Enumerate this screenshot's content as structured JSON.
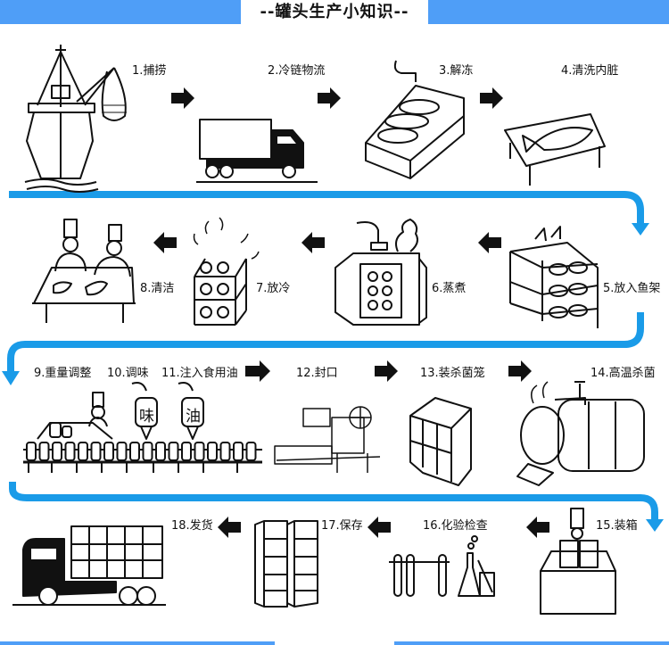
{
  "title": "--罐头生产小知识--",
  "colors": {
    "header_bar": "#4f9ef7",
    "flow_path": "#1a9be8",
    "ink": "#111111"
  },
  "steps": [
    {
      "n": "1",
      "label": "1.捕捞",
      "icon": "fishing-boat"
    },
    {
      "n": "2",
      "label": "2.冷链物流",
      "icon": "refrigerated-truck"
    },
    {
      "n": "3",
      "label": "3.解冻",
      "icon": "thawing-tub"
    },
    {
      "n": "4",
      "label": "4.清洗内脏",
      "icon": "fish-on-table"
    },
    {
      "n": "5",
      "label": "5.放入鱼架",
      "icon": "fish-rack"
    },
    {
      "n": "6",
      "label": "6.蒸煮",
      "icon": "steamer"
    },
    {
      "n": "7",
      "label": "7.放冷",
      "icon": "cooling-rack"
    },
    {
      "n": "8",
      "label": "8.清洁",
      "icon": "workers-cleaning"
    },
    {
      "n": "9",
      "label": "9.重量调整",
      "icon": "weighing-worker"
    },
    {
      "n": "10",
      "label": "10.调味",
      "icon": "seasoning-dispenser",
      "tag": "味"
    },
    {
      "n": "11",
      "label": "11.注入食用油",
      "icon": "oil-dispenser",
      "tag": "油"
    },
    {
      "n": "12",
      "label": "12.封口",
      "icon": "sealing-machine"
    },
    {
      "n": "13",
      "label": "13.装杀菌笼",
      "icon": "sterilization-cage"
    },
    {
      "n": "14",
      "label": "14.高温杀菌",
      "icon": "retort-sterilizer"
    },
    {
      "n": "15",
      "label": "15.装箱",
      "icon": "boxing-worker"
    },
    {
      "n": "16",
      "label": "16.化验检查",
      "icon": "lab-test"
    },
    {
      "n": "17",
      "label": "17.保存",
      "icon": "storage-shelves"
    },
    {
      "n": "18",
      "label": "18.发货",
      "icon": "delivery-truck"
    }
  ]
}
